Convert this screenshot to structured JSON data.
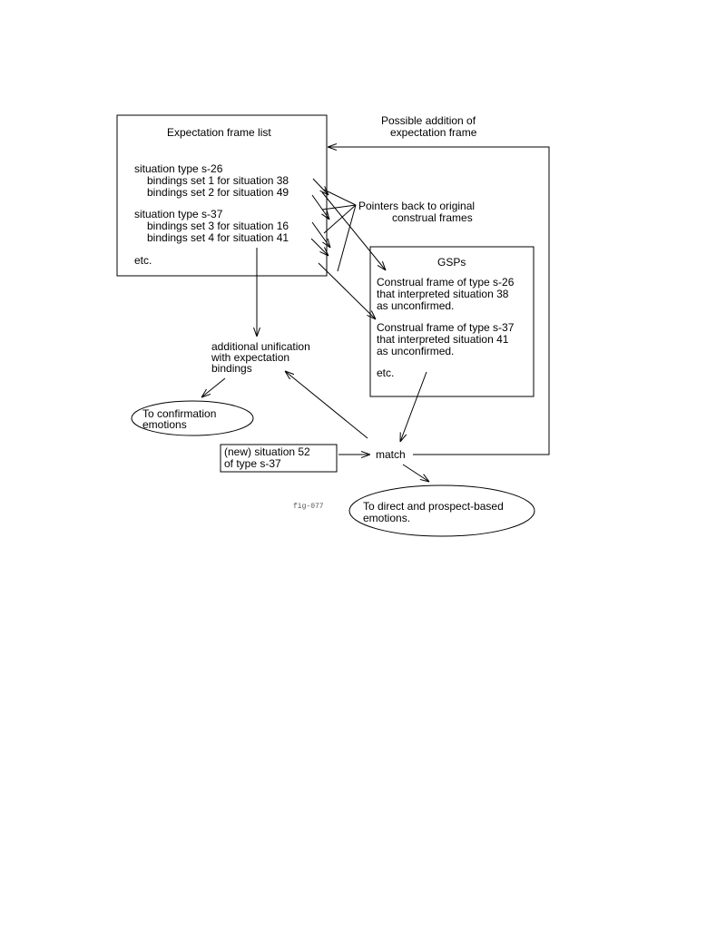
{
  "expectation_frame_list": {
    "title": "Expectation frame list",
    "lines": [
      "situation type s-26",
      "bindings set 1 for situation 38",
      "bindings set 2 for situation 49",
      "situation type s-37",
      "bindings set 3 for situation 16",
      "bindings set 4 for situation 41",
      "etc."
    ]
  },
  "possible_addition": [
    "Possible addition of",
    "expectation frame"
  ],
  "pointers": [
    "Pointers back to original",
    "construal frames"
  ],
  "gsps": {
    "title": "GSPs",
    "lines": [
      "Construal frame of type s-26",
      "that interpreted situation 38",
      "as unconfirmed.",
      "Construal frame of type s-37",
      "that interpreted situation 41",
      "as unconfirmed.",
      "etc."
    ]
  },
  "unification": [
    "additional unification",
    "with expectation",
    "bindings"
  ],
  "confirmation": [
    "To confirmation",
    "emotions"
  ],
  "new_situation": [
    "(new) situation 52",
    "of type s-37"
  ],
  "match": "match",
  "direct": [
    "To direct and prospect-based",
    "emotions."
  ],
  "figure_label": "fig-077"
}
